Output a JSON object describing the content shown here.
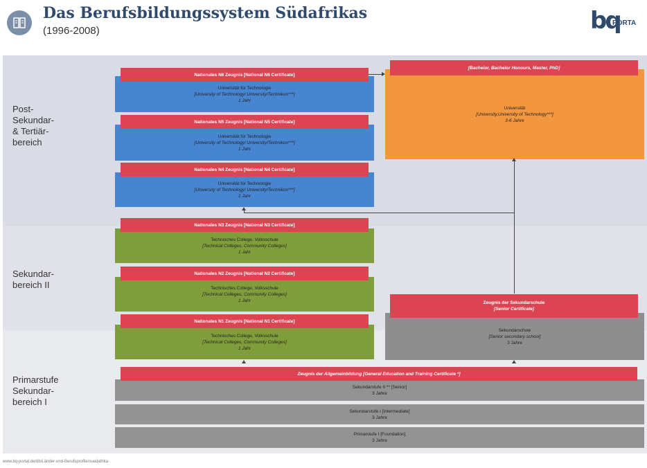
{
  "header": {
    "title": "Das Berufsbildungssystem Südafrikas",
    "subtitle": "(1996-2008)",
    "logo_text": "PORTA",
    "logo_mark": "bq"
  },
  "zones": {
    "tertiary": "Post-\nSekundar-\n& Tertiär-\nbereich",
    "secondary2": "Sekundar-\nbereich II",
    "primary": "Primarstufe\nSekundar-\nbereich I"
  },
  "left_column": {
    "n6": "Nationales N6 Zeugnis [National N6 Certificate]",
    "n5": "Nationales N5 Zeugnis [National N5 Certificate]",
    "n4": "Nationales N4 Zeugnis [National N4 Certificate]",
    "n3": "Nationales N3 Zeugnis [National N3 Certificate]",
    "n2": "Nationales N2 Zeugnis [National N2 Certificate]",
    "n1": "Nationales N1 Zeugnis [National N1 Certificate]",
    "ut_line1": "Universität für Technologie",
    "ut_line2": "[University of Technology/ University/Technikon***]",
    "ut_line3": "1 Jahr",
    "tc_line1": "Technisches College, Volksschule",
    "tc_line2": "[Technical Colleges, Community Colleges]",
    "tc_line3": "1 Jahr"
  },
  "right_column": {
    "degrees": "[Bachelor, Bachelor Honours, Master, PhD]",
    "uni_line1": "Universität",
    "uni_line2": "[University,University of Technology***]",
    "uni_line3": "3-6 Jahre",
    "senior_cert_line1": "Zeugnis der Sekundarschule",
    "senior_cert_line2": "[Senior Certificate]",
    "sec_line1": "Sekundarschule",
    "sec_line2": "[Senior secondary school]",
    "sec_line3": "3 Jahre"
  },
  "bottom": {
    "get_cert": "Zeugnis der Allgemeinbildung [General Education and Training Certificate *]",
    "senior_line1": "Sekundarstufe II ** [Senior]",
    "senior_line2": "3 Jahre",
    "intermediate_line1": "Sekundarstufe I [Intermediate]",
    "intermediate_line2": "3 Jahre",
    "foundation_line1": "Primarstufe I [Foundation]",
    "foundation_line2": "3 Jahre"
  },
  "footer": "www.bq-portal.de/db/Länder-und-Berufsprofile/suedafrika",
  "colors": {
    "red": "#dc4453",
    "blue": "#4785d0",
    "green": "#7f9e3b",
    "orange": "#f39640",
    "grey": "#8e8e8e",
    "title": "#2f4a6b"
  }
}
